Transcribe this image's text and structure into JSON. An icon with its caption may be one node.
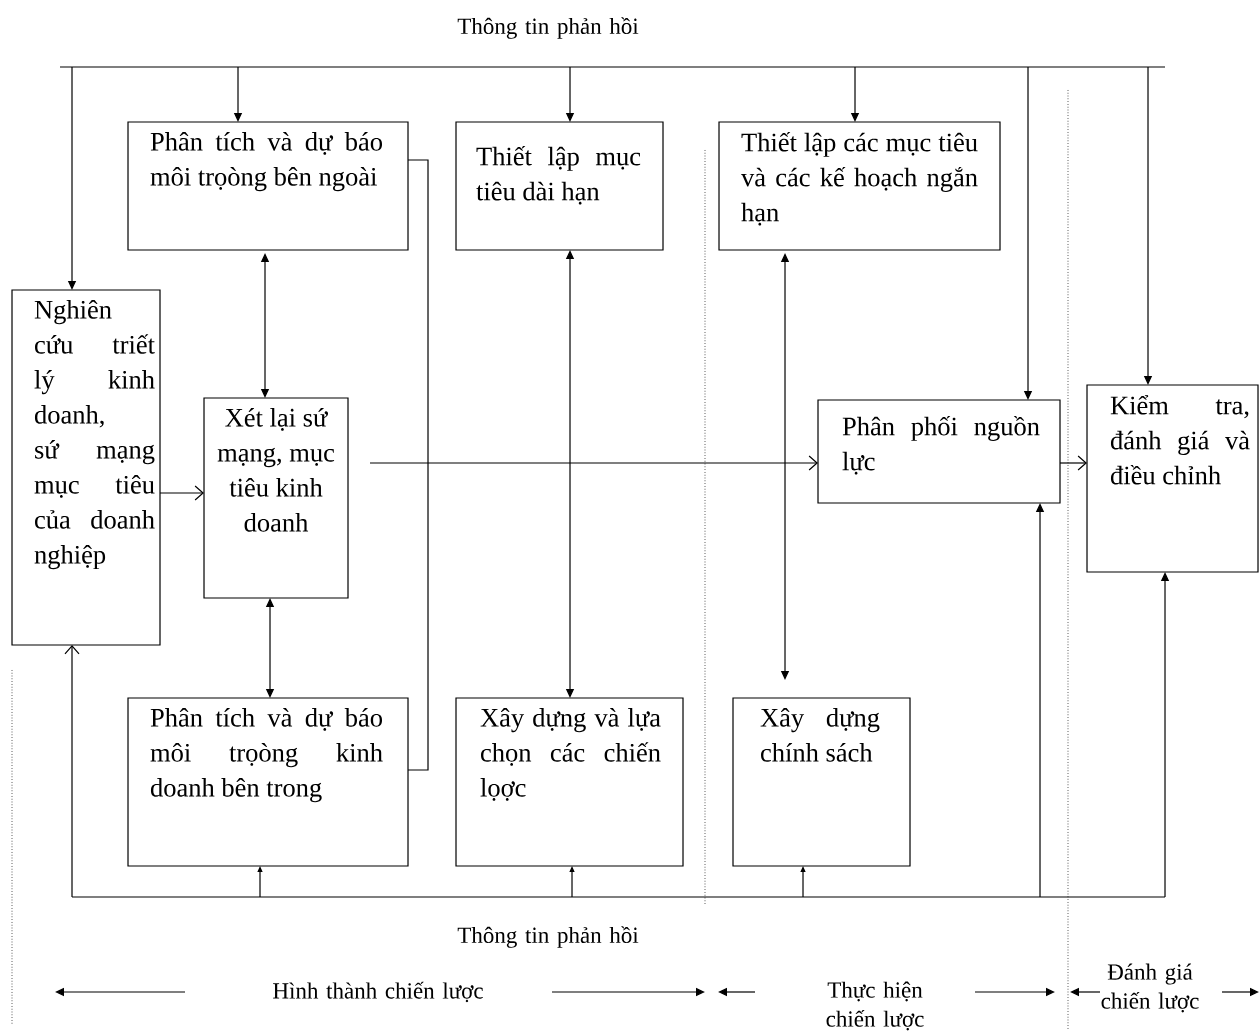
{
  "diagram": {
    "nodes": [
      {
        "text": [
          "Phân tích và dự báo môi trọòng bên ngoài"
        ]
      },
      {
        "text": [
          "Thiết lập mục tiêu dài hạn"
        ]
      },
      {
        "text": [
          "Thiết lập các mục tiêu và các kế hoạch ngắn hạn"
        ]
      },
      {
        "text": [
          "Nghiên cứu triết lý kinh doanh, sứ mạng mục tiêu của doanh nghiệp"
        ]
      },
      {
        "text": [
          "Xét lại sứ mạng, mục tiêu kinh doanh"
        ]
      },
      {
        "text": [
          "Phân phối nguồn lực"
        ]
      },
      {
        "text": [
          "Kiểm tra, đánh giá và điều chỉnh"
        ]
      },
      {
        "text": [
          "Phân tích và dự báo môi trọòng kinh doanh bên trong"
        ]
      },
      {
        "text": [
          "Xây dựng và lựa chọn các chiến lọợc"
        ]
      },
      {
        "text": [
          "Xây dựng chính sách"
        ]
      }
    ],
    "edges": [
      {
        "from": null,
        "to": 3,
        "arrow": "to"
      },
      {
        "from": null,
        "to": 0,
        "arrow": "to"
      },
      {
        "from": null,
        "to": 1,
        "arrow": "to"
      },
      {
        "from": null,
        "to": 2,
        "arrow": "to"
      },
      {
        "from": null,
        "to": 5,
        "arrow": "to"
      },
      {
        "from": null,
        "to": 6,
        "arrow": "to"
      },
      {
        "from": 3,
        "to": 4,
        "arrow": "to"
      },
      {
        "from": 0,
        "to": 4,
        "arrow": "both"
      },
      {
        "from": 4,
        "to": 7,
        "arrow": "both"
      },
      {
        "from": 1,
        "to": 8,
        "arrow": "both"
      },
      {
        "from": 2,
        "to": 9,
        "arrow": "both"
      },
      {
        "from": 4,
        "to": 5,
        "arrow": "to"
      },
      {
        "from": 5,
        "to": 6,
        "arrow": "to"
      },
      {
        "from": 0,
        "to": 7,
        "arrow": "none"
      },
      {
        "from": null,
        "to": 7,
        "arrow": "to"
      },
      {
        "from": null,
        "to": 8,
        "arrow": "to"
      },
      {
        "from": null,
        "to": 9,
        "arrow": "to"
      },
      {
        "from": null,
        "to": 3,
        "arrow": "to"
      },
      {
        "from": null,
        "to": 5,
        "arrow": "to"
      },
      {
        "from": null,
        "to": 6,
        "arrow": "to"
      }
    ],
    "labels": [
      "Thông tin phản hồi",
      "Thông tin phản hồi",
      "Hình thành chiến lược",
      "Thực hiện chiến lược",
      "Đánh giá chiến lược"
    ]
  }
}
